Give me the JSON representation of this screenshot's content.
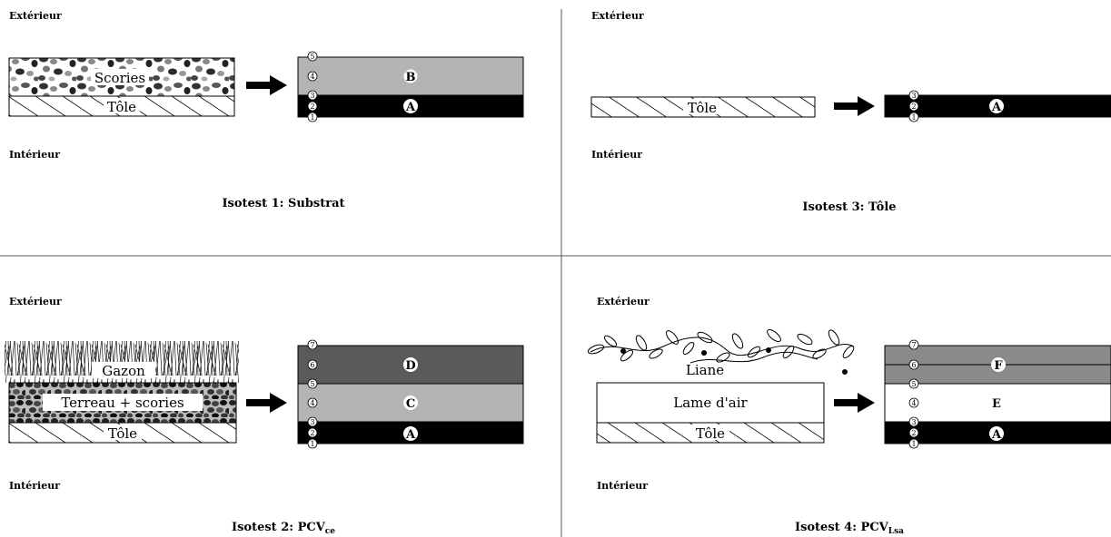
{
  "quadrants": [
    {
      "id": "isotest-1",
      "outside_label": "Extérieur",
      "inside_label": "Intérieur",
      "caption": "Isotest 1: Substrat",
      "caption_sub": "",
      "physical_layers": [
        "Scories",
        "Tôle"
      ],
      "model_layers": [
        "B",
        "A"
      ],
      "interfaces": [
        "5",
        "4",
        "3",
        "2",
        "1"
      ]
    },
    {
      "id": "isotest-3",
      "outside_label": "Extérieur",
      "inside_label": "Intérieur",
      "caption": "Isotest 3: Tôle",
      "caption_sub": "",
      "physical_layers": [
        "Tôle"
      ],
      "model_layers": [
        "A"
      ],
      "interfaces": [
        "3",
        "2",
        "1"
      ]
    },
    {
      "id": "isotest-2",
      "outside_label": "Extérieur",
      "inside_label": "Intérieur",
      "caption": "Isotest 2: PCV",
      "caption_sub": "ce",
      "physical_layers": [
        "Gazon",
        "Terreau + scories",
        "Tôle"
      ],
      "model_layers": [
        "D",
        "C",
        "A"
      ],
      "interfaces": [
        "7",
        "6",
        "5",
        "4",
        "3",
        "2",
        "1"
      ]
    },
    {
      "id": "isotest-4",
      "outside_label": "Extérieur",
      "inside_label": "Intérieur",
      "caption": "Isotest 4: PCV",
      "caption_sub": "Lsa",
      "physical_layers": [
        "Liane",
        "Lame d'air",
        "Tôle"
      ],
      "model_layers": [
        "F",
        "E",
        "A"
      ],
      "interfaces": [
        "7",
        "6",
        "5",
        "4",
        "3",
        "2",
        "1"
      ]
    }
  ],
  "colors": {
    "tole_fill": "#ffffff",
    "layer_A": "#000000",
    "layer_B": "#b4b4b4",
    "layer_C": "#b4b4b4",
    "layer_D": "#5a5a5a",
    "layer_E": "#ffffff",
    "layer_F": "#8a8a8a",
    "divider": "#555555"
  }
}
